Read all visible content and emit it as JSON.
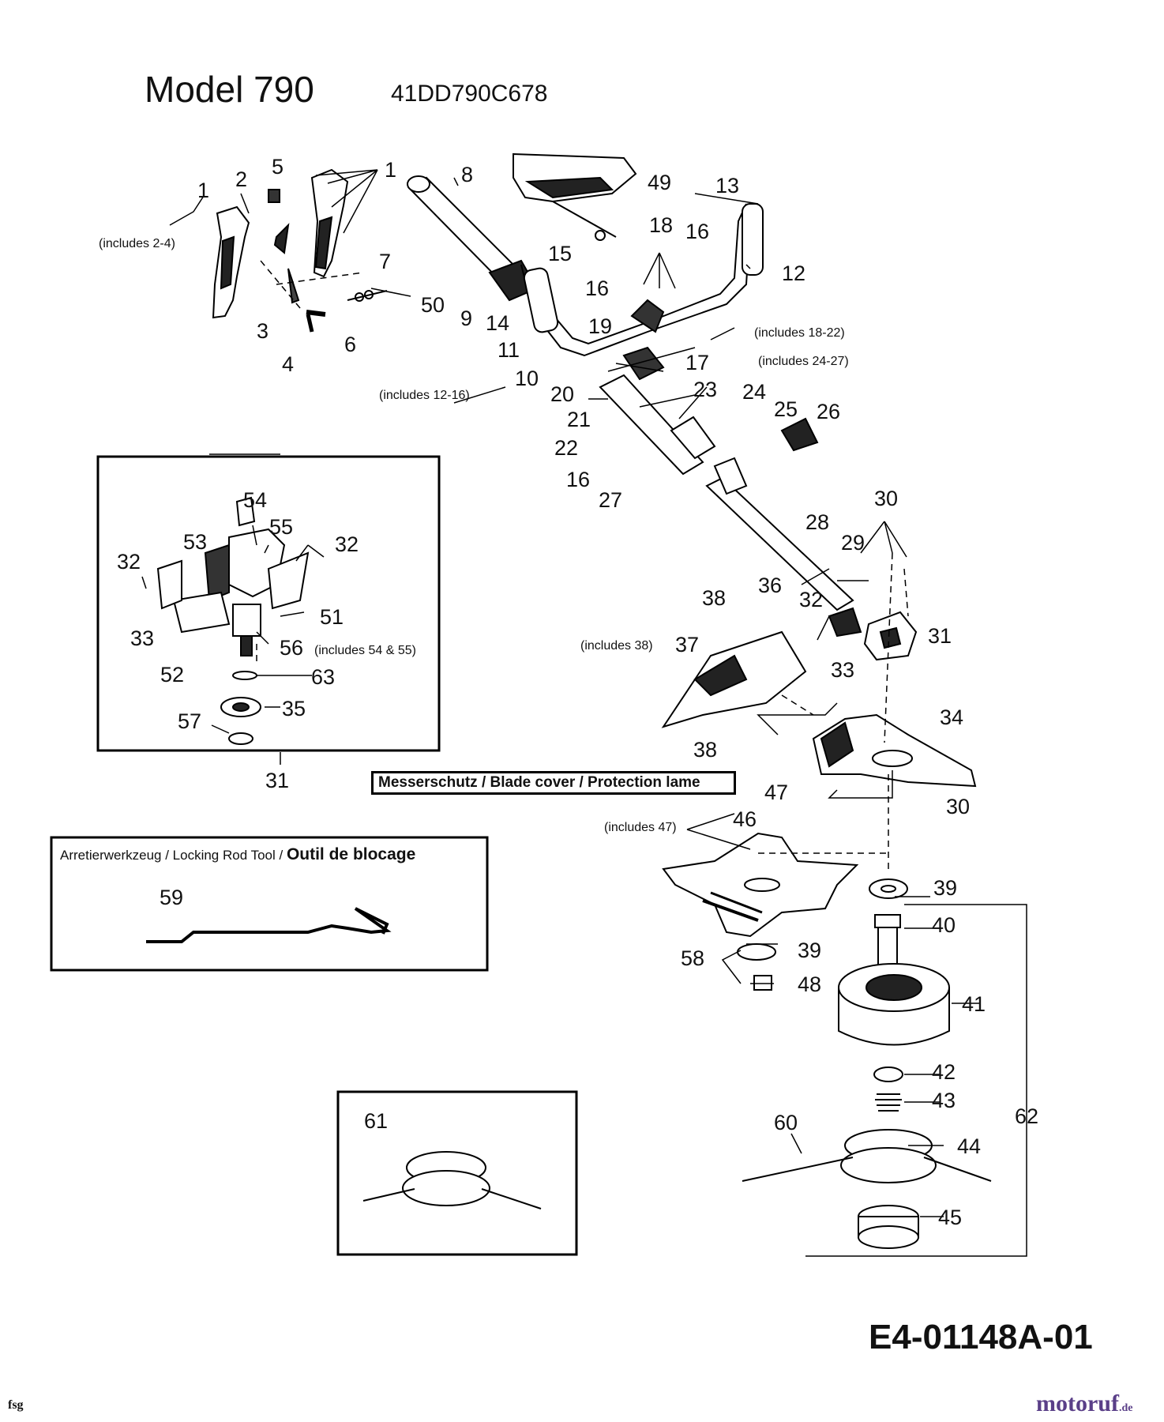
{
  "header": {
    "model": "Model 790",
    "code": "41DD790C678"
  },
  "footer": {
    "doc_code": "E4-01148A-01",
    "left_mark": "fsg",
    "brand": "motoruf",
    "brand_tld": ".de"
  },
  "blade_cover_label": "Messerschutz / Blade cover / Protection lame",
  "tool_box": {
    "caption_de_en": "Arretierwerkzeug / Locking Rod Tool",
    "caption_sep": " / ",
    "caption_fr": "Outil de blocage"
  },
  "notes": {
    "inc_2_4": "(includes 2-4)",
    "inc_12_16": "(includes 12-16)",
    "inc_18_22": "(includes   18-22)",
    "inc_24_27": "(includes 24-27)",
    "inc_38": "(includes 38)",
    "inc_54_55": "(includes 54 & 55)",
    "inc_47": "(includes 47)"
  },
  "callouts": {
    "c1a": "1",
    "c1b": "1",
    "c2": "2",
    "c3": "3",
    "c4": "4",
    "c5": "5",
    "c6": "6",
    "c7": "7",
    "c8": "8",
    "c9": "9",
    "c10": "10",
    "c11": "11",
    "c12": "12",
    "c13": "13",
    "c14": "14",
    "c15": "15",
    "c16a": "16",
    "c16b": "16",
    "c16c": "16",
    "c17": "17",
    "c18": "18",
    "c19": "19",
    "c20": "20",
    "c21": "21",
    "c22": "22",
    "c23": "23",
    "c24": "24",
    "c25": "25",
    "c26": "26",
    "c27": "27",
    "c28": "28",
    "c29": "29",
    "c30a": "30",
    "c30b": "30",
    "c31a": "31",
    "c31b": "31",
    "c32a": "32",
    "c32b": "32",
    "c32c": "32",
    "c33a": "33",
    "c33b": "33",
    "c34": "34",
    "c35": "35",
    "c36": "36",
    "c37": "37",
    "c38a": "38",
    "c38b": "38",
    "c39a": "39",
    "c39b": "39",
    "c40": "40",
    "c41": "41",
    "c42": "42",
    "c43": "43",
    "c44": "44",
    "c45": "45",
    "c46": "46",
    "c47": "47",
    "c48": "48",
    "c49": "49",
    "c50": "50",
    "c51": "51",
    "c52": "52",
    "c53": "53",
    "c54": "54",
    "c55": "55",
    "c56": "56",
    "c57": "57",
    "c58": "58",
    "c59": "59",
    "c60": "60",
    "c61": "61",
    "c62": "62",
    "c63": "63"
  }
}
